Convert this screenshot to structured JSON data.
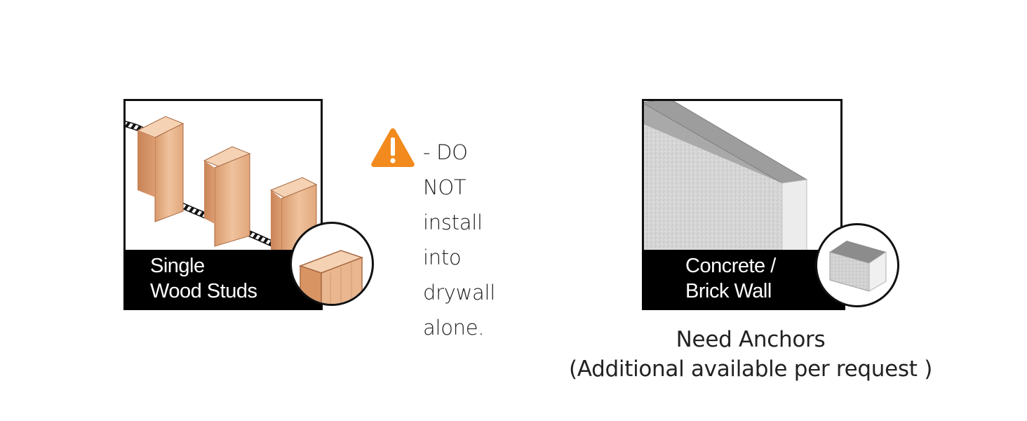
{
  "wood_panel": {
    "line1": "Single",
    "line2": "Wood Studs",
    "icon": "wood-stud-icon"
  },
  "warning": {
    "icon": "warning-triangle-icon",
    "color": "#f28a1e",
    "line1": "- DO NOT install",
    "line2": "into drywall alone."
  },
  "concrete_panel": {
    "line1": "Concrete /",
    "line2": "Brick Wall",
    "icon": "concrete-block-icon"
  },
  "anchors": {
    "line1": "Need Anchors",
    "line2": "(Additional available per request )"
  },
  "colors": {
    "wood": "#e9b68f",
    "concrete": "#d8d8d8",
    "label_bg": "#000000"
  }
}
